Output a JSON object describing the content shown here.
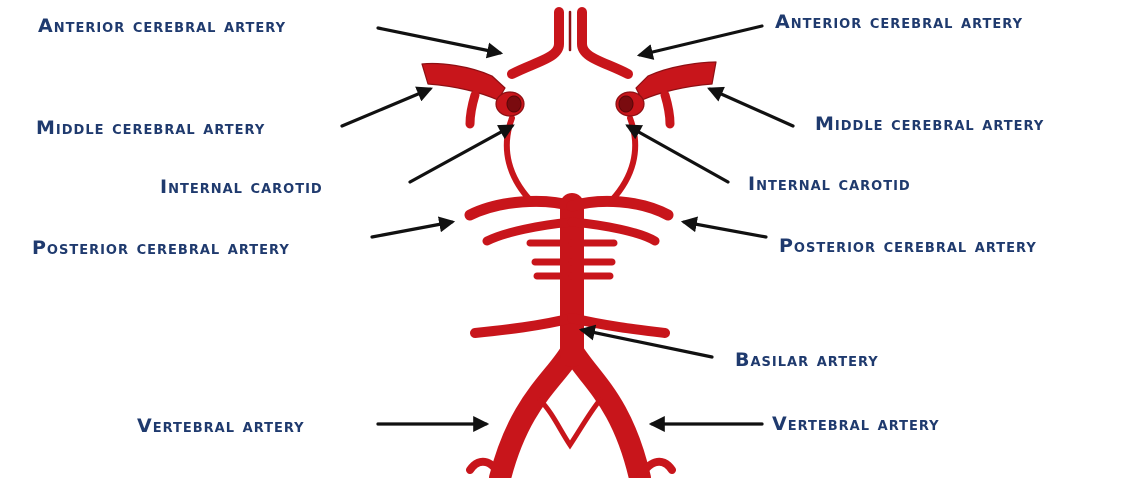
{
  "diagram": {
    "labels": {
      "aca_left": "Anterior cerebral artery",
      "aca_right": "Anterior cerebral artery",
      "mca_left": "Middle cerebral artery",
      "mca_right": "Middle cerebral artery",
      "ica_left": "Internal carotid",
      "ica_right": "Internal carotid",
      "pca_left": "Posterior cerebral artery",
      "pca_right": "Posterior cerebral artery",
      "basilar": "Basilar artery",
      "vert_left": "Vertebral artery",
      "vert_right": "Vertebral artery"
    },
    "colors": {
      "vessel": "#c8151b",
      "label_text": "#1f3a6e",
      "arrow": "#111111"
    }
  }
}
